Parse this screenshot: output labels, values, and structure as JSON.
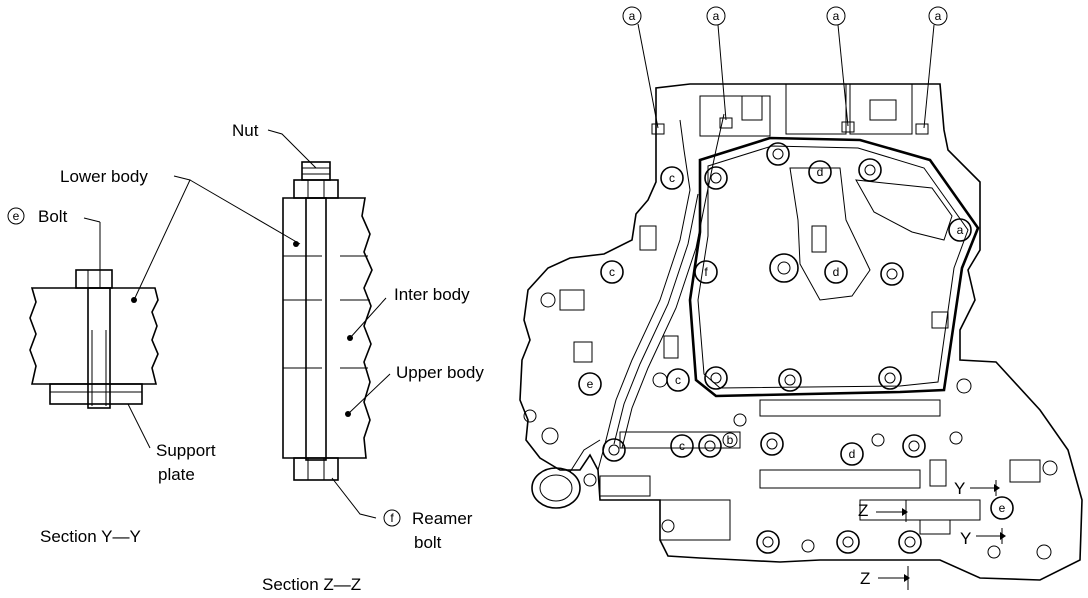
{
  "labels": {
    "nut": "Nut",
    "lower_body": "Lower body",
    "bolt_letter": "e",
    "bolt": "Bolt",
    "inter_body": "Inter body",
    "upper_body": "Upper body",
    "support_plate_line1": "Support",
    "support_plate_line2": "plate",
    "reamer_letter": "f",
    "reamer_line1": "Reamer",
    "reamer_line2": "bolt",
    "section_yy": "Section Y—Y",
    "section_zz": "Section Z—Z"
  },
  "callouts": {
    "top_a": [
      "a",
      "a",
      "a",
      "a"
    ],
    "bolt_c": "c",
    "bolt_f": "f",
    "bolt_d": "d",
    "bolt_a": "a",
    "bolt_e": "e",
    "bolt_b": "b"
  },
  "section_marks": {
    "y_upper": "Y",
    "y_lower": "Y",
    "z_upper": "Z",
    "z_lower": "Z"
  }
}
